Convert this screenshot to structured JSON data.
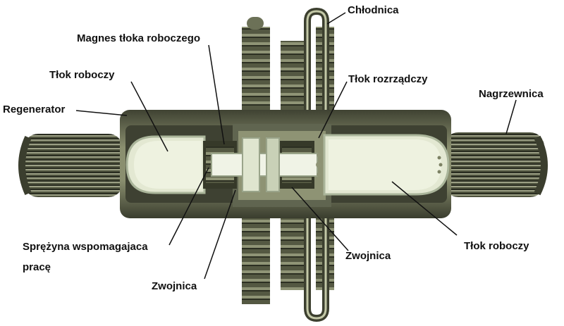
{
  "labels": {
    "chlodnica": "Chłodnica",
    "magnes": "Magnes tłoka roboczego",
    "tlok_roboczy_left": "Tłok roboczy",
    "tlok_rozrzadczy": "Tłok rozrządczy",
    "nagrzewnica": "Nagrzewnica",
    "regenerator": "Regenerator",
    "sprezyna_line1": "Sprężyna wspomagajaca",
    "sprezyna_line2": "pracę",
    "zwojnica_right": "Zwojnica",
    "tlok_roboczy_right": "Tłok roboczy",
    "zwojnica_bottom": "Zwojnica"
  },
  "colors": {
    "metal_dark": "#4a4d3a",
    "metal_mid": "#7d8264",
    "metal_light": "#b9bd9c",
    "chamber": "#e6ebd6",
    "piston_face": "#c9d4bf",
    "tube": "#5b5f49",
    "tube_highlight": "#c3c8a7"
  }
}
